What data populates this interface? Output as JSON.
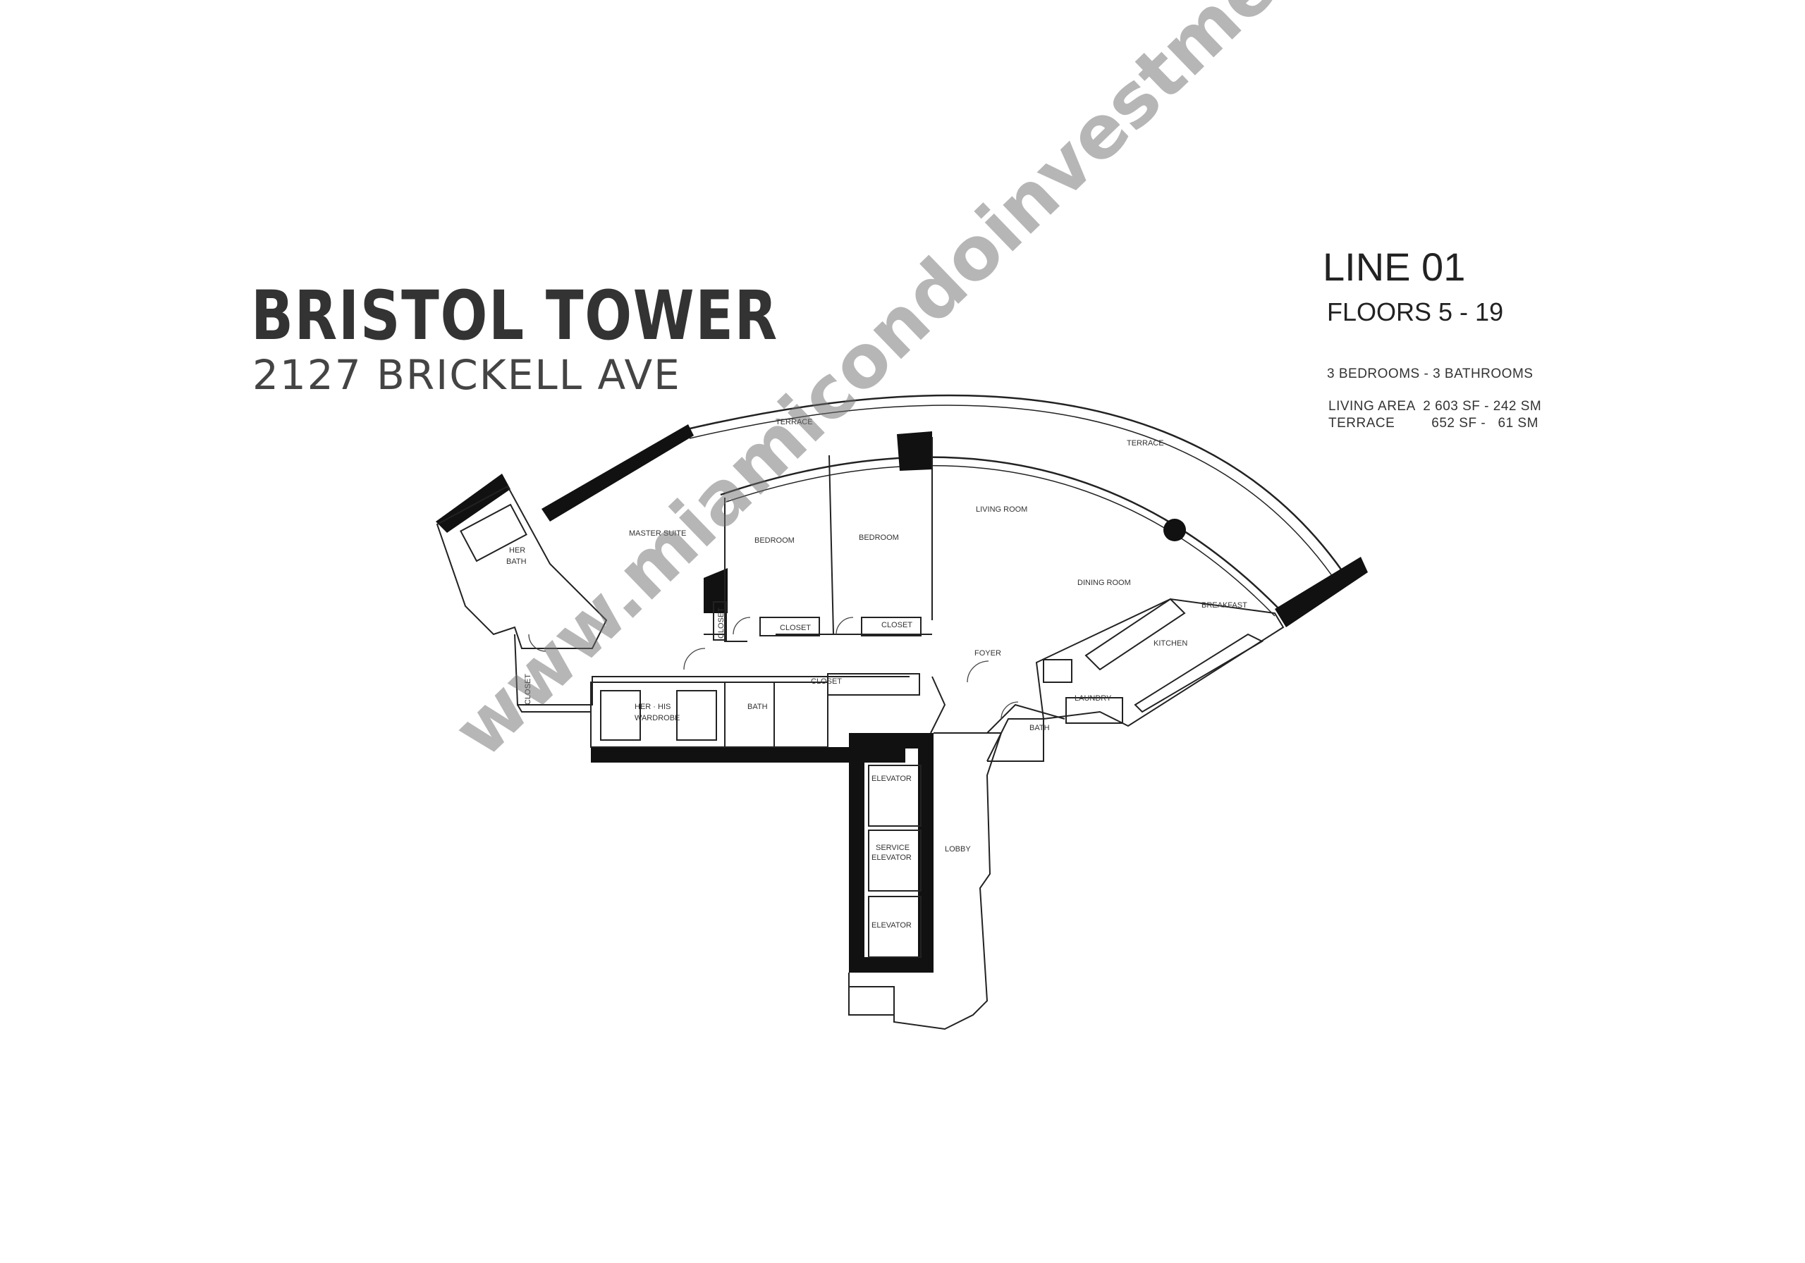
{
  "header": {
    "building_name": "BRISTOL TOWER",
    "address": "2127 BRICKELL AVE"
  },
  "info": {
    "line": "LINE 01",
    "floors": "FLOORS 5 - 19",
    "rooms": "3 BEDROOMS  - 3 BATHROOMS",
    "living_area": "LIVING AREA  2 603 SF - 242 SM",
    "terrace_area": "TERRACE         652 SF -   61 SM"
  },
  "rooms": {
    "terrace": "TERRACE",
    "terrace_east": "TERRACE",
    "master_suite": "MASTER SUITE",
    "her_bath_line1": "HER",
    "her_bath_line2": "BATH",
    "bedroom_1": "BEDROOM",
    "bedroom_2": "BEDROOM",
    "living_room": "LIVING ROOM",
    "dining_room": "DINING ROOM",
    "breakfast": "BREAKFAST",
    "kitchen": "KITCHEN",
    "foyer": "FOYER",
    "laundry": "LAUNDRY",
    "bath_east": "BATH",
    "bath_center": "BATH",
    "closet_left": "CLOSET",
    "closet_b1_side": "CLOSET",
    "closet_b1": "CLOSET",
    "closet_b2": "CLOSET",
    "closet_hall": "CLOSET",
    "wardrobe_line1": "HER · HIS",
    "wardrobe_line2": "WARDROBE",
    "elevator_1": "ELEVATOR",
    "service_elevator_line1": "SERVICE",
    "service_elevator_line2": "ELEVATOR",
    "elevator_2": "ELEVATOR",
    "lobby": "LOBBY"
  },
  "watermark": "www.miamicondoinvestments.com"
}
